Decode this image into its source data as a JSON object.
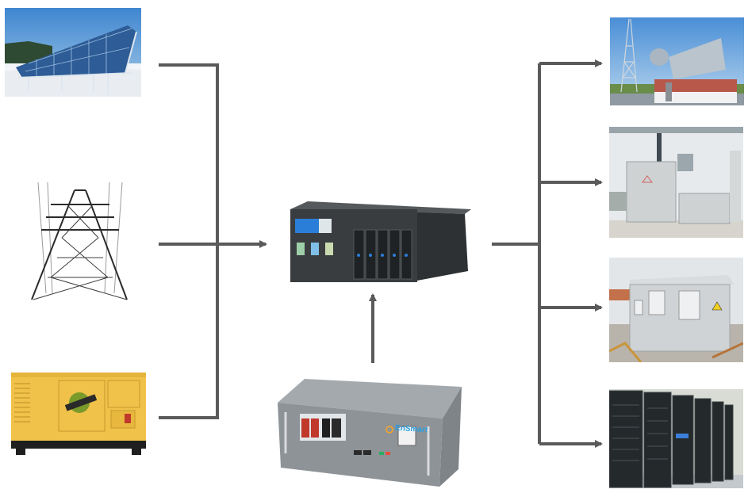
{
  "diagram": {
    "type": "power-system-flow",
    "sources": [
      {
        "id": "solar",
        "name": "solar-panel-array"
      },
      {
        "id": "grid",
        "name": "transmission-tower"
      },
      {
        "id": "generator",
        "name": "diesel-generator"
      }
    ],
    "hub": {
      "id": "rectifier",
      "name": "rectifier-power-system"
    },
    "storage": {
      "id": "battery",
      "name": "lithium-battery-pack",
      "brand_text": "EnSmart"
    },
    "loads": [
      {
        "id": "telecom",
        "name": "telecom-base-station"
      },
      {
        "id": "indoor",
        "name": "indoor-cabinets"
      },
      {
        "id": "outdoor",
        "name": "outdoor-cabinet"
      },
      {
        "id": "datacenter",
        "name": "data-center-racks"
      }
    ],
    "edges": [
      {
        "from": "solar",
        "to": "rectifier"
      },
      {
        "from": "grid",
        "to": "rectifier"
      },
      {
        "from": "generator",
        "to": "rectifier"
      },
      {
        "from": "battery",
        "to": "rectifier"
      },
      {
        "from": "rectifier",
        "to": "telecom"
      },
      {
        "from": "rectifier",
        "to": "indoor"
      },
      {
        "from": "rectifier",
        "to": "outdoor"
      },
      {
        "from": "rectifier",
        "to": "datacenter"
      }
    ]
  },
  "colors": {
    "connector": "#5a5a5a",
    "sky": "#4f8fd0",
    "solar_panel": "#2f5f9a",
    "generator": "#f0c040",
    "rectifier": "#3a3d3f",
    "battery": "#8e9397",
    "brand_orange": "#f5a623",
    "brand_blue": "#2a9fe0"
  }
}
